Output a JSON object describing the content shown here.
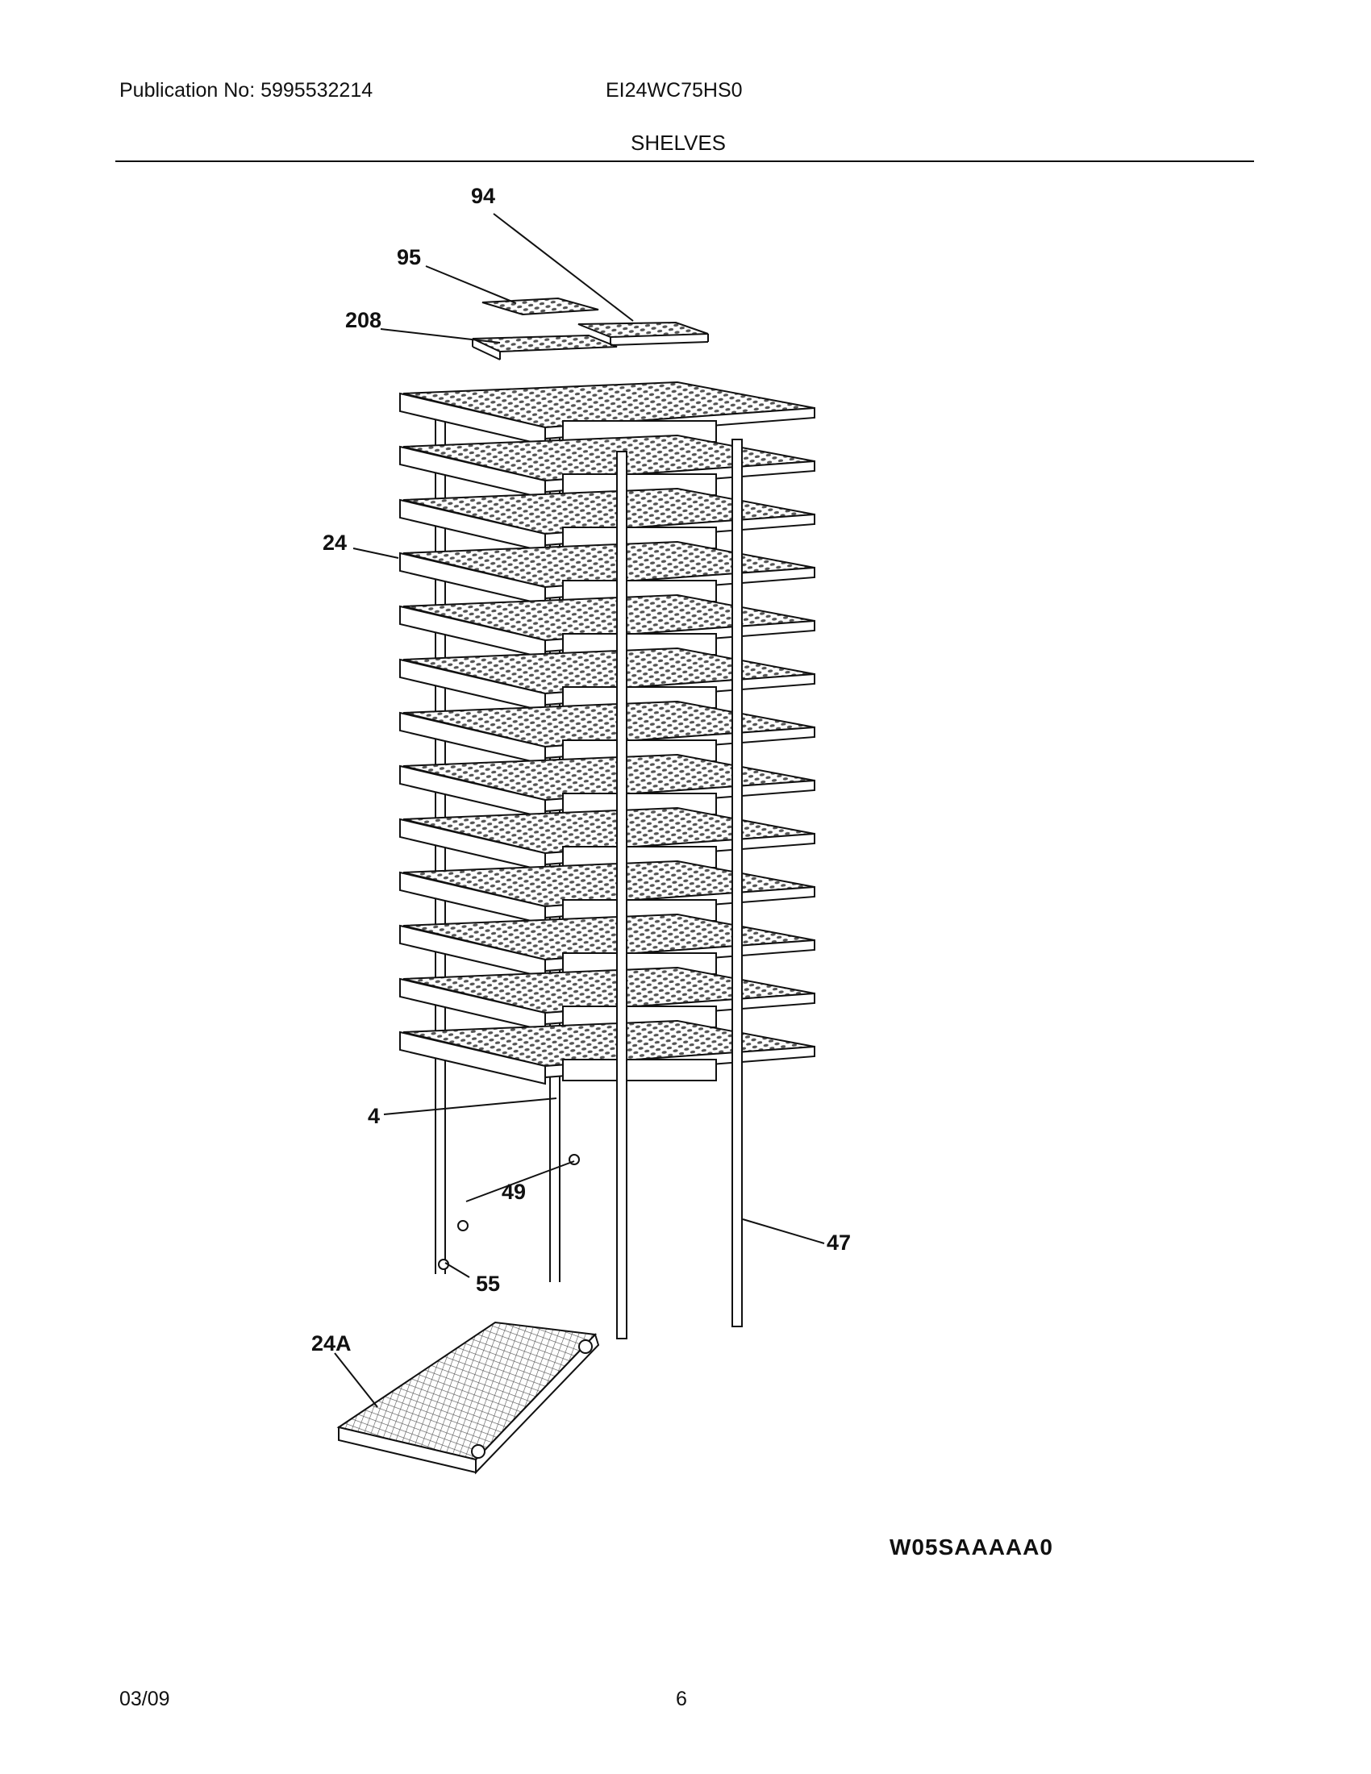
{
  "header": {
    "publication": "Publication No: 5995532214",
    "model": "EI24WC75HS0",
    "section": "SHELVES"
  },
  "callouts": {
    "p94": "94",
    "p95": "95",
    "p208": "208",
    "p24": "24",
    "p4": "4",
    "p49": "49",
    "p47": "47",
    "p55": "55",
    "p24a": "24A"
  },
  "diagram_code": "W05SAAAAA0",
  "footer": {
    "date": "03/09",
    "page": "6"
  },
  "colors": {
    "ink": "#111111",
    "background": "#ffffff",
    "mesh": "#555555"
  }
}
